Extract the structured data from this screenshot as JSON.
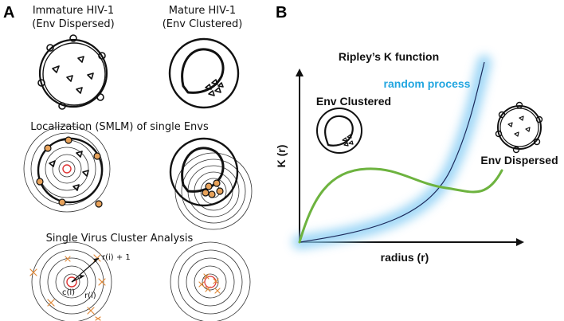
{
  "panel_a": {
    "letter": "A",
    "immature_title_line1": "Immature HIV-1",
    "immature_title_line2": "(Env Dispersed)",
    "mature_title_line1": "Mature HIV-1",
    "mature_title_line2": "(Env Clustered)",
    "smlm_title": "Localization (SMLM) of single Envs",
    "cluster_title": "Single Virus Cluster Analysis",
    "label_ri_plus": "r(i) + 1",
    "label_ci": "c(i)",
    "label_ri": "r(i)"
  },
  "panel_b": {
    "letter": "B",
    "title": "Ripley’s K function",
    "y_axis_label": "K (r)",
    "x_axis_label": "radius (r)",
    "random_label": "random process",
    "clustered_label": "Env Clustered",
    "dispersed_label": "Env Dispersed",
    "colors": {
      "random_glow": "#8fd0f5",
      "random_line": "#1c2a5a",
      "dispersed_curve": "#6db33f"
    }
  }
}
